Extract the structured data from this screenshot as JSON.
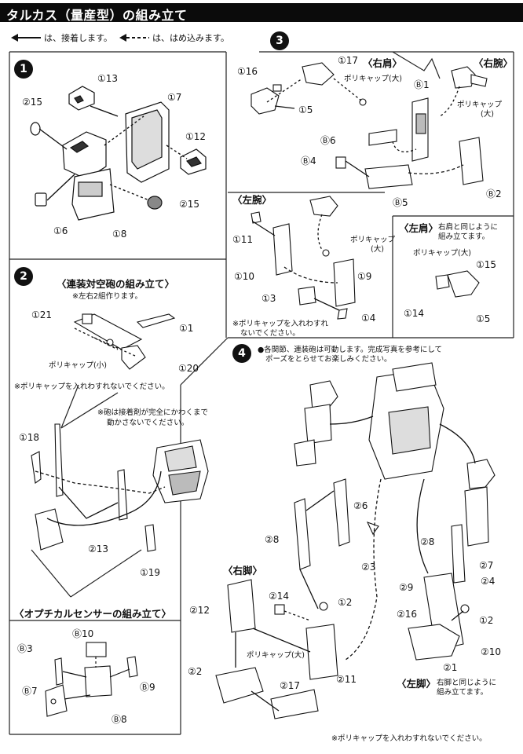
{
  "header": {
    "title": "タルカス（量産型）の組み立て"
  },
  "legend": {
    "glue": "は、接着します。",
    "fit": "は、はめ込みます。"
  },
  "sections": [
    {
      "num": "1"
    },
    {
      "num": "2"
    },
    {
      "num": "3"
    },
    {
      "num": "4"
    }
  ],
  "s1": {
    "p13": "①13",
    "p15": "②15",
    "p7": "①7",
    "p12": "①12",
    "p15b": "②15",
    "p6": "①6",
    "p8": "①8"
  },
  "s2": {
    "title": "〈連装対空砲の組み立て〉",
    "note": "※左右2組作ります。",
    "p21": "①21",
    "p1": "①1",
    "poly": "ポリキャップ(小)",
    "p20": "①20",
    "note2": "※ポリキャップを入れわすれないでください。",
    "note3a": "※砲は接着剤が完全にかわくまで",
    "note3b": "動かさないでください。",
    "p18": "①18",
    "p13": "②13",
    "p19": "①19"
  },
  "s2b": {
    "title": "〈オプチカルセンサーの組み立て〉",
    "pB10": "Ⓑ10",
    "pB3": "Ⓑ3",
    "pB9": "Ⓑ9",
    "pB7": "Ⓑ7",
    "pB8": "Ⓑ8"
  },
  "s3": {
    "p16": "①16",
    "p17": "①17",
    "rshoulder": "〈右肩〉",
    "polyL": "ポリキャップ(大)",
    "p5": "①5",
    "rarm": "〈右腕〉",
    "pB1": "Ⓑ1",
    "polyL2": "ポリキャップ",
    "polyL2b": "(大)",
    "pB6": "Ⓑ6",
    "pB4": "Ⓑ4",
    "pB5": "Ⓑ5",
    "pB2": "Ⓑ2",
    "larm": "〈左腕〉",
    "p11": "①11",
    "polyL3": "ポリキャップ",
    "polyL3b": "(大)",
    "p10": "①10",
    "p9": "①9",
    "p3": "①3",
    "p4": "①4",
    "note": "※ポリキャップを入れわすれ",
    "note2": "ないでください。",
    "lshoulder": "〈左肩〉",
    "lsnote": "右肩と同じように",
    "lsnote2": "組み立てます。",
    "polyL4": "ポリキャップ(大)",
    "p15": "①15",
    "p14": "①14",
    "p5b": "①5"
  },
  "s4": {
    "note": "●各関節、連装砲は可動します。完成写真を参考にして",
    "note2": "ポーズをとらせてお楽しみください。",
    "p6": "②6",
    "p8": "②8",
    "p3": "②3",
    "p8b": "②8",
    "p7": "②7",
    "p4": "②4",
    "rleg": "〈右脚〉",
    "p12": "②12",
    "p14": "②14",
    "p2": "①2",
    "p9": "②9",
    "p16": "②16",
    "p2b": "①2",
    "p10": "②10",
    "poly": "ポリキャップ(大)",
    "p11": "②11",
    "p1": "②1",
    "p2c": "②2",
    "p17": "②17",
    "lleg": "〈左脚〉",
    "llnote": "右脚と同じように",
    "llnote2": "組み立てます。",
    "footnote": "※ポリキャップを入れわすれないでください。"
  }
}
